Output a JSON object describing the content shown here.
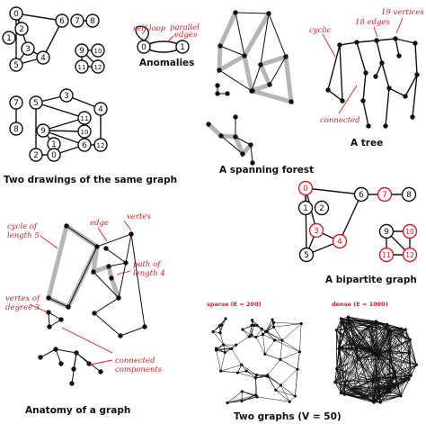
{
  "captions": {
    "two_drawings": "Two drawings of the same graph",
    "anomalies": "Anomalies",
    "spanning_forest": "A spanning forest",
    "tree": "A tree",
    "bipartite": "A bipartite graph",
    "anatomy": "Anatomy of a graph",
    "two_graphs": "Two graphs (V = 50)"
  },
  "anomalies": {
    "self_loop": "self-loop",
    "parallel": "parallel",
    "edges": "edges",
    "v0": "0",
    "v1": "1"
  },
  "tree_annotations": {
    "cyclic": "cyclic",
    "edges18": "18 edges",
    "vertices19": "19 vertices",
    "connected": "connected"
  },
  "anatomy_annotations": {
    "cycle_l1": "cycle of",
    "cycle_l2": "length 5",
    "edge": "edge",
    "vertex": "vertex",
    "path_l1": "path of",
    "path_l2": "length 4",
    "deg_l1": "vertex of",
    "deg_l2": "degree 3",
    "cc_l1": "connected",
    "cc_l2": "components"
  },
  "two_graphs_labels": {
    "sparse": "sparse (E = 200)",
    "dense": "dense (E = 1000)"
  },
  "graph1_labels": [
    "0",
    "1",
    "2",
    "3",
    "4",
    "5",
    "6",
    "7",
    "8",
    "9",
    "10",
    "11",
    "12"
  ],
  "graph2_labels": [
    "0",
    "1",
    "2",
    "3",
    "4",
    "5",
    "6",
    "7",
    "8",
    "9",
    "10",
    "11",
    "12"
  ],
  "bipartite_labels": [
    "0",
    "1",
    "2",
    "3",
    "4",
    "5",
    "6",
    "7",
    "8",
    "9",
    "10",
    "11",
    "12"
  ]
}
